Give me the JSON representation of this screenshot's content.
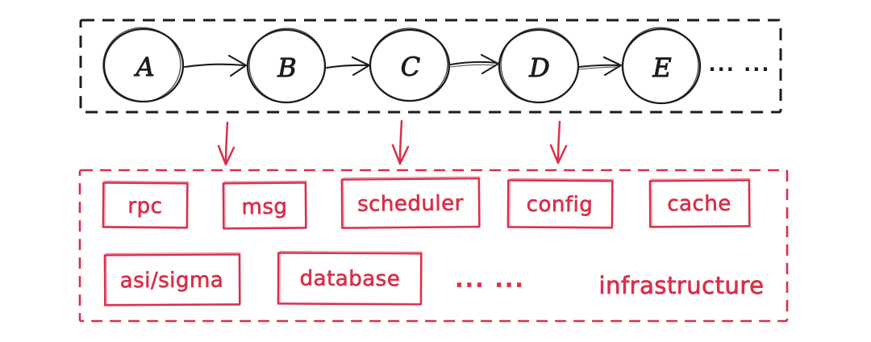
{
  "pipeline": {
    "nodes": [
      "A",
      "B",
      "C",
      "D",
      "E"
    ],
    "ellipsis": "... ..."
  },
  "infra": {
    "boxes_row1": [
      "rpc",
      "msg",
      "scheduler",
      "config",
      "cache"
    ],
    "boxes_row2": [
      "asi/sigma",
      "database"
    ],
    "ellipsis": "... ...",
    "label": "infrastructure"
  },
  "colors": {
    "ink": "#1c1c1c",
    "accent": "#d8304a",
    "bg": "#ffffff"
  }
}
